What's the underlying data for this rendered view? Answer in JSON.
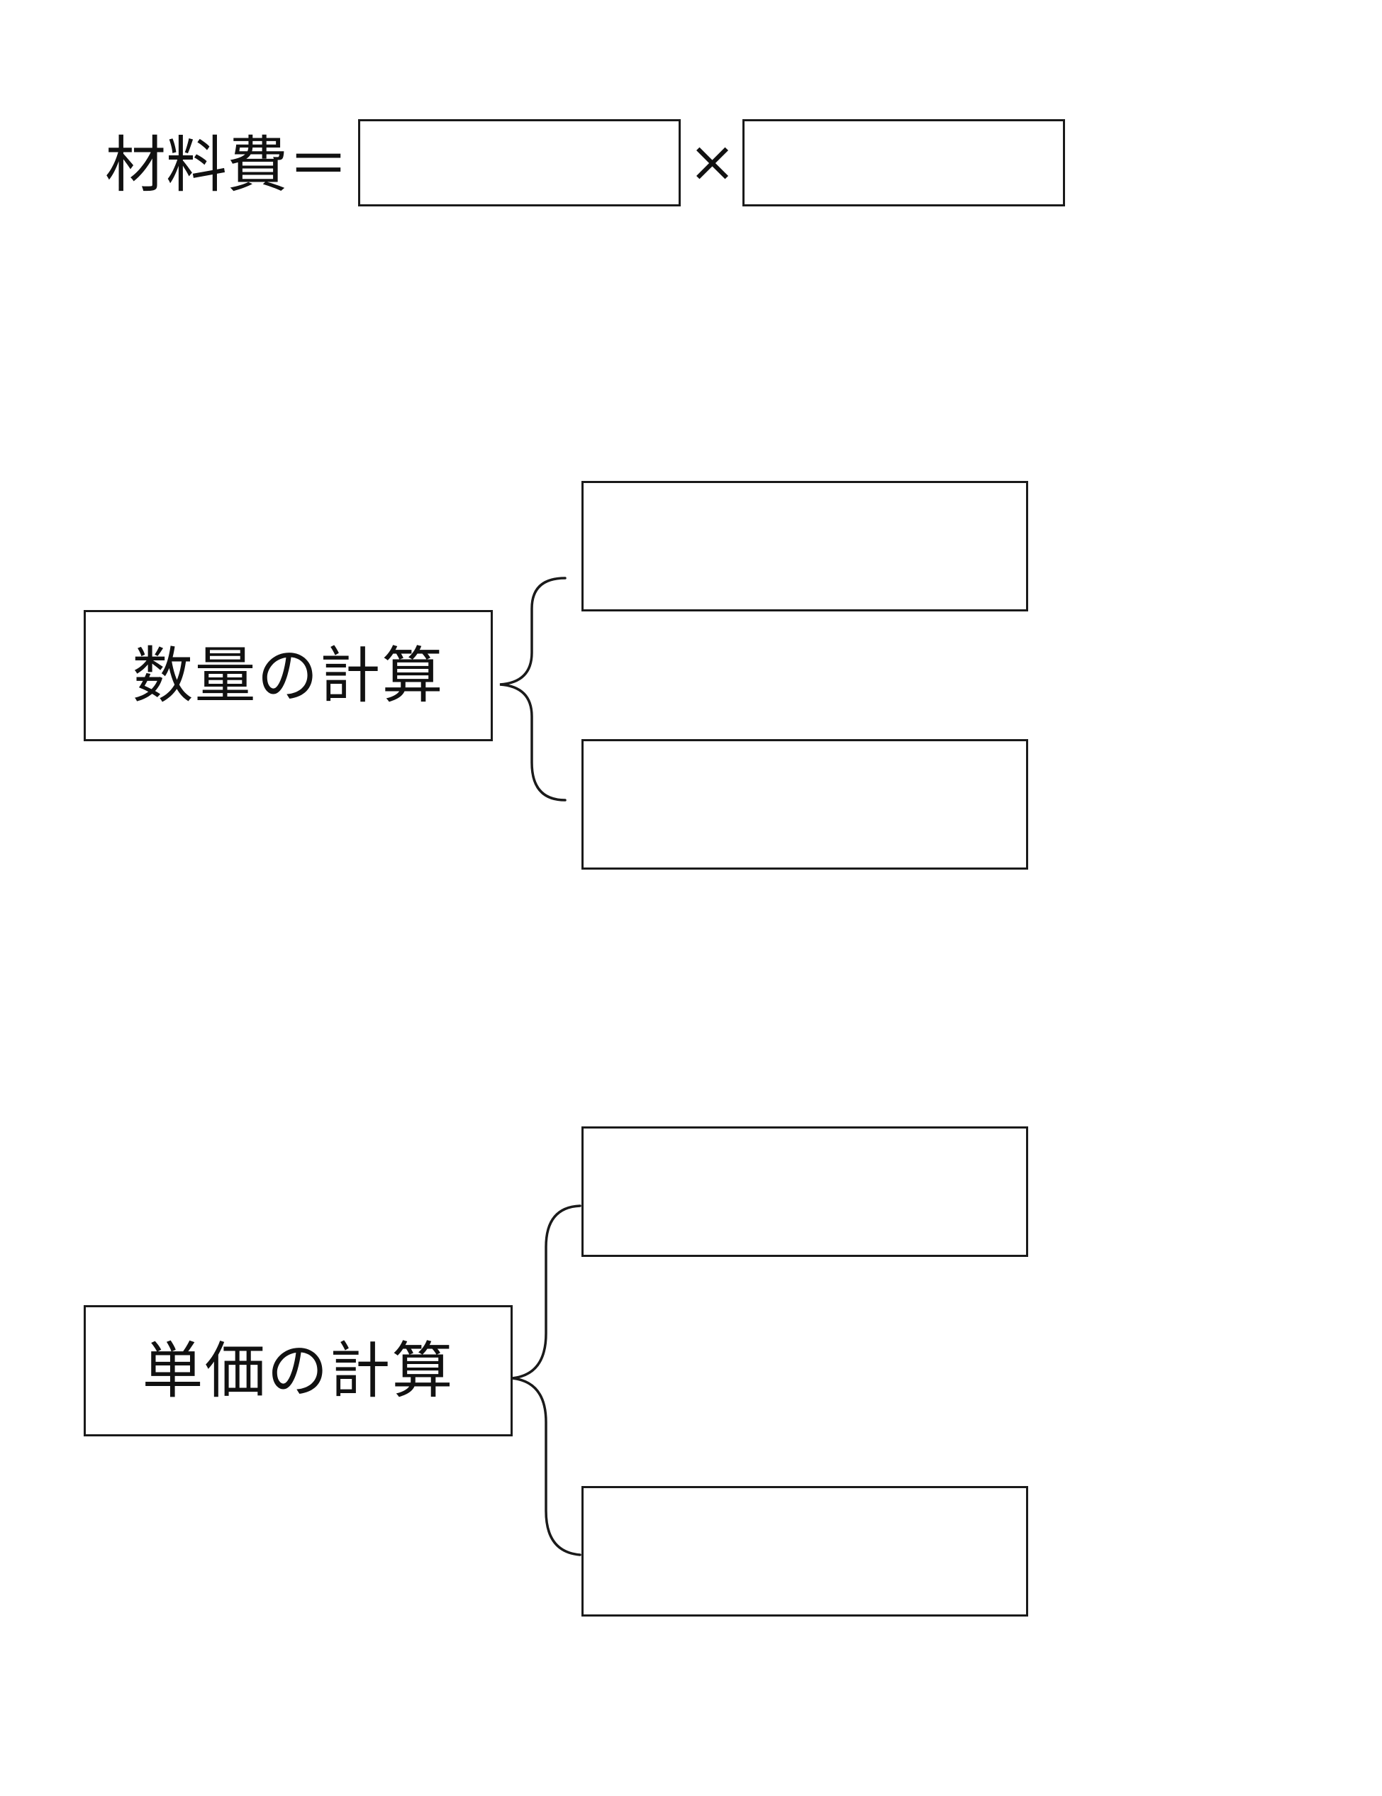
{
  "formula": {
    "lhs": "材料費＝",
    "operator": "×",
    "blank_1": "",
    "blank_2": ""
  },
  "quantity_group": {
    "label": "数量の計算",
    "blanks": [
      "",
      ""
    ]
  },
  "unit_price_group": {
    "label": "単価の計算",
    "blanks": [
      "",
      ""
    ]
  }
}
